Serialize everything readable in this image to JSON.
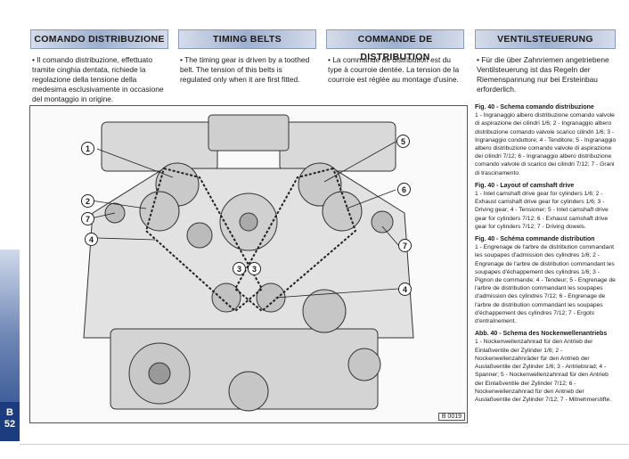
{
  "headers": {
    "it": "COMANDO DISTRIBUZIONE",
    "en": "TIMING BELTS",
    "fr": "COMMANDE DE DISTRIBUTION",
    "de": "VENTILSTEUERUNG"
  },
  "intro": {
    "it": "• Il comando distribuzione, effettuato tramite cinghia dentata, richiede la regolazione della tensione della medesima esclusivamente in occasione del montaggio in origine.",
    "en": "• The timing gear is driven by a toothed belt. The tension of this belts is regulated only when it are first fitted.",
    "fr": "• La commande de distribution est du type à courroie dentée. La tension de la courroie est réglée au montage d'usine.",
    "de": "• Für die über Zahnriemen angetriebene Ventilsteuerung ist das Regeln der Riemenspannung nur bei Erstein­bau erforderlich."
  },
  "sidebar": {
    "section": "B",
    "page": "52"
  },
  "figure": {
    "code": "B 0019",
    "callouts": [
      "1",
      "2",
      "7",
      "4",
      "3",
      "3",
      "5",
      "6",
      "7",
      "4"
    ]
  },
  "captions": [
    {
      "title": "Fig. 40 - Schema comando distribuzione",
      "text": "1 - Ingranaggio albero distribuzione comando valvole di aspirazione dei cilindri 1/6; 2 - Ingranaggio albero distribuzione comando valvole scarico cilindri 1/6; 3 - Ingranaggio conduttore; 4 - Tenditore; 5 - Ingranaggio albero distribuzione comando valvole di aspirazione dei cilindri 7/12; 6 - Ingranaggio albero distribuzione comando valvole di scarico dei cilindri 7/12; 7 - Grani di trascinamento."
    },
    {
      "title": "Fig. 40 - Layout of camshaft drive",
      "text": "1 - Inlet camshaft drive gear for cylinders 1/6; 2 - Exhaust camshaft drive gear for cylinders 1/6; 3 - Driving gear; 4 - Tensioner; 5 - Inlet camshaft drive gear for cylinders 7/12; 6 - Exhaust camshaft drive gear for cylinders 7/12; 7 - Driving dowels."
    },
    {
      "title": "Fig. 40 - Schéma commande distribution",
      "text": "1 - Engrenage de l'arbre de distribution commandant les soupapes d'admission des cylindres 1/6; 2 - Engrenage de l'arbre de distribution commandant les soupapes d'échappement des cylindres 1/6; 3 - Pignon de commande; 4 - Tendeur; 5 - Engrenage de l'arbre de distribution commandant les soupapes d'admission des cylindres 7/12; 6 - Engrenage de l'arbre de distribution commandant les soupapes d'échappement des cylindres 7/12; 7 - Ergots d'entraînement."
    },
    {
      "title": "Abb. 40 - Schema des Nockenwellenantriebs",
      "text": "1 - Nockenwellenzahnrad für den Antrieb der Einlaßventile der Zylinder 1/6; 2 - Nockenwellenzahnräder für den Antrieb der Auslaßventile der Zylinder 1/6; 3 - Antriebsrad; 4 - Spanner; 5 - Nockenwellenzahnrad für den Antrieb der Einlaßventile der Zylinder 7/12; 6 - Nockenwellenzahnrad für den Antrieb der Auslaßventile der Zylinder 7/12; 7 - Mitnehmerstifte."
    }
  ]
}
